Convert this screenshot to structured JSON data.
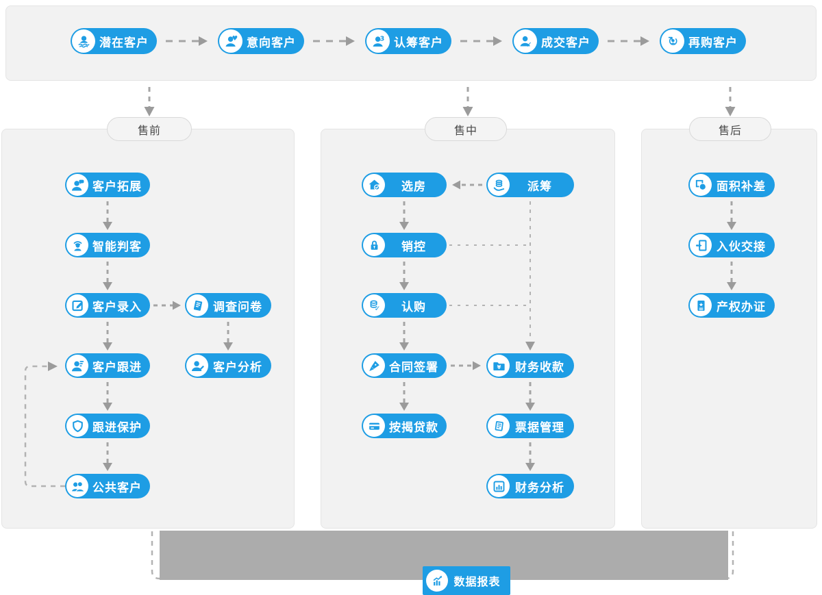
{
  "colors": {
    "accent": "#1E9DE4",
    "panel_bg": "#F2F2F2",
    "dash_line": "#A9A9A9",
    "gray_bar": "#ACACAC",
    "pill_text": "#FFFFFF",
    "tab_text": "#4A4A4A"
  },
  "flow_top": {
    "stages": [
      {
        "label": "潜在客户",
        "icon": "person-wave-icon"
      },
      {
        "label": "意向客户",
        "icon": "person-heart-icon"
      },
      {
        "label": "认筹客户",
        "icon": "person-3-icon"
      },
      {
        "label": "成交客户",
        "icon": "person-check-icon"
      },
      {
        "label": "再购客户",
        "icon": "person-refresh-icon"
      }
    ]
  },
  "presale": {
    "tab": "售前",
    "nodes": [
      {
        "label": "客户拓展",
        "icon": "person-speech-icon"
      },
      {
        "label": "智能判客",
        "icon": "person-signal-icon"
      },
      {
        "label": "客户录入",
        "icon": "edit-square-icon"
      },
      {
        "label": "调查问卷",
        "icon": "questionnaire-icon"
      },
      {
        "label": "客户跟进",
        "icon": "person-list-icon"
      },
      {
        "label": "客户分析",
        "icon": "person-pencil-icon"
      },
      {
        "label": "跟进保护",
        "icon": "shield-icon"
      },
      {
        "label": "公共客户",
        "icon": "people-icon"
      }
    ]
  },
  "insale": {
    "tab": "售中",
    "nodes": [
      {
        "label": "选房",
        "icon": "house-check-icon"
      },
      {
        "label": "派筹",
        "icon": "hand-coins-icon"
      },
      {
        "label": "销控",
        "icon": "lock-icon"
      },
      {
        "label": "认购",
        "icon": "coins-check-icon"
      },
      {
        "label": "合同签署",
        "icon": "pen-icon"
      },
      {
        "label": "财务收款",
        "icon": "folder-yen-icon"
      },
      {
        "label": "按揭贷款",
        "icon": "bankcard-icon"
      },
      {
        "label": "票据管理",
        "icon": "documents-icon"
      },
      {
        "label": "财务分析",
        "icon": "chart-box-icon"
      }
    ]
  },
  "aftersale": {
    "tab": "售后",
    "nodes": [
      {
        "label": "面积补差",
        "icon": "square-circle-icon"
      },
      {
        "label": "入伙交接",
        "icon": "door-hand-icon"
      },
      {
        "label": "产权办证",
        "icon": "certificate-icon"
      }
    ]
  },
  "report": {
    "label": "数据报表",
    "icon": "chart-up-icon"
  },
  "icons": {
    "person-wave-icon": "bust over waves",
    "person-heart-icon": "bust + ♥",
    "person-3-icon": "bust + 3",
    "person-check-icon": "bust + ✓",
    "person-refresh-icon": "bust + ↻",
    "person-speech-icon": "bust + speech bubble",
    "person-signal-icon": "bust + signal arcs",
    "edit-square-icon": "square + pencil",
    "questionnaire-icon": "tilted sheet with lines",
    "person-list-icon": "bust + list lines",
    "person-pencil-icon": "bust + pencil",
    "shield-icon": "shield outline",
    "people-icon": "two busts",
    "house-check-icon": "house + ✓",
    "hand-coins-icon": "hand holding coin stack",
    "lock-icon": "padlock",
    "coins-check-icon": "coin stack + ✓",
    "pen-icon": "fountain pen nib",
    "folder-yen-icon": "folder + ¥",
    "bankcard-icon": "bank card",
    "documents-icon": "stacked sheets",
    "chart-box-icon": "bar chart in box",
    "square-circle-icon": "square + circle overlap",
    "door-hand-icon": "hand into door",
    "certificate-icon": "card + ★",
    "chart-up-icon": "bars + rising arrow"
  }
}
